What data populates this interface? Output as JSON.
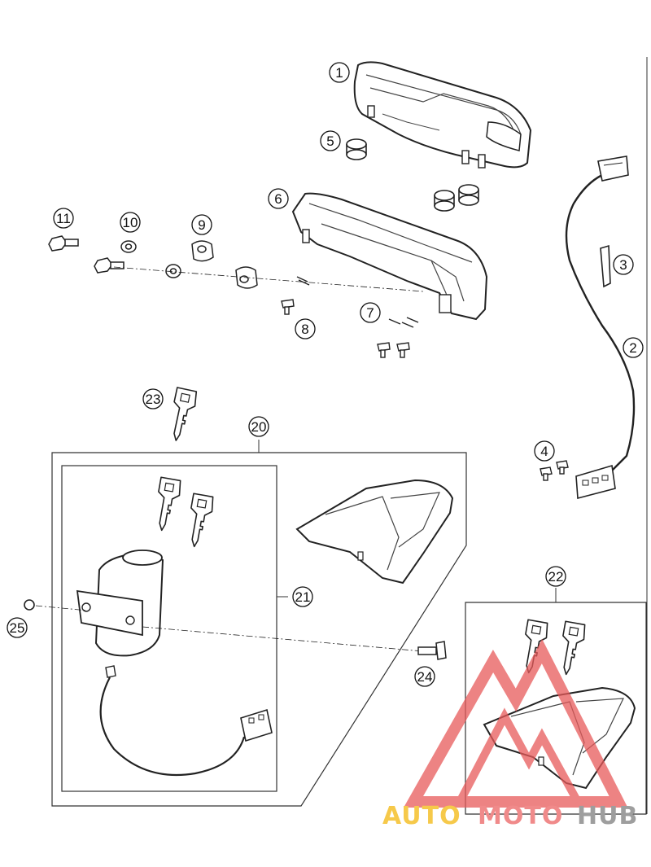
{
  "diagram": {
    "callouts": {
      "c1": "1",
      "c2": "2",
      "c3": "3",
      "c4": "4",
      "c5": "5",
      "c6": "6",
      "c7": "7",
      "c8": "8",
      "c9": "9",
      "c10": "10",
      "c11": "11",
      "c20": "20",
      "c21": "21",
      "c22": "22",
      "c23": "23",
      "c24": "24",
      "c25": "25"
    }
  },
  "watermark": {
    "part1": "AUTO",
    "part2": "MOTO",
    "part3": "HUB",
    "colors": {
      "part1": "#f6c94a",
      "part2": "#f08a8a",
      "part3": "#9e9e9e",
      "logo": "#e85a5a"
    }
  }
}
